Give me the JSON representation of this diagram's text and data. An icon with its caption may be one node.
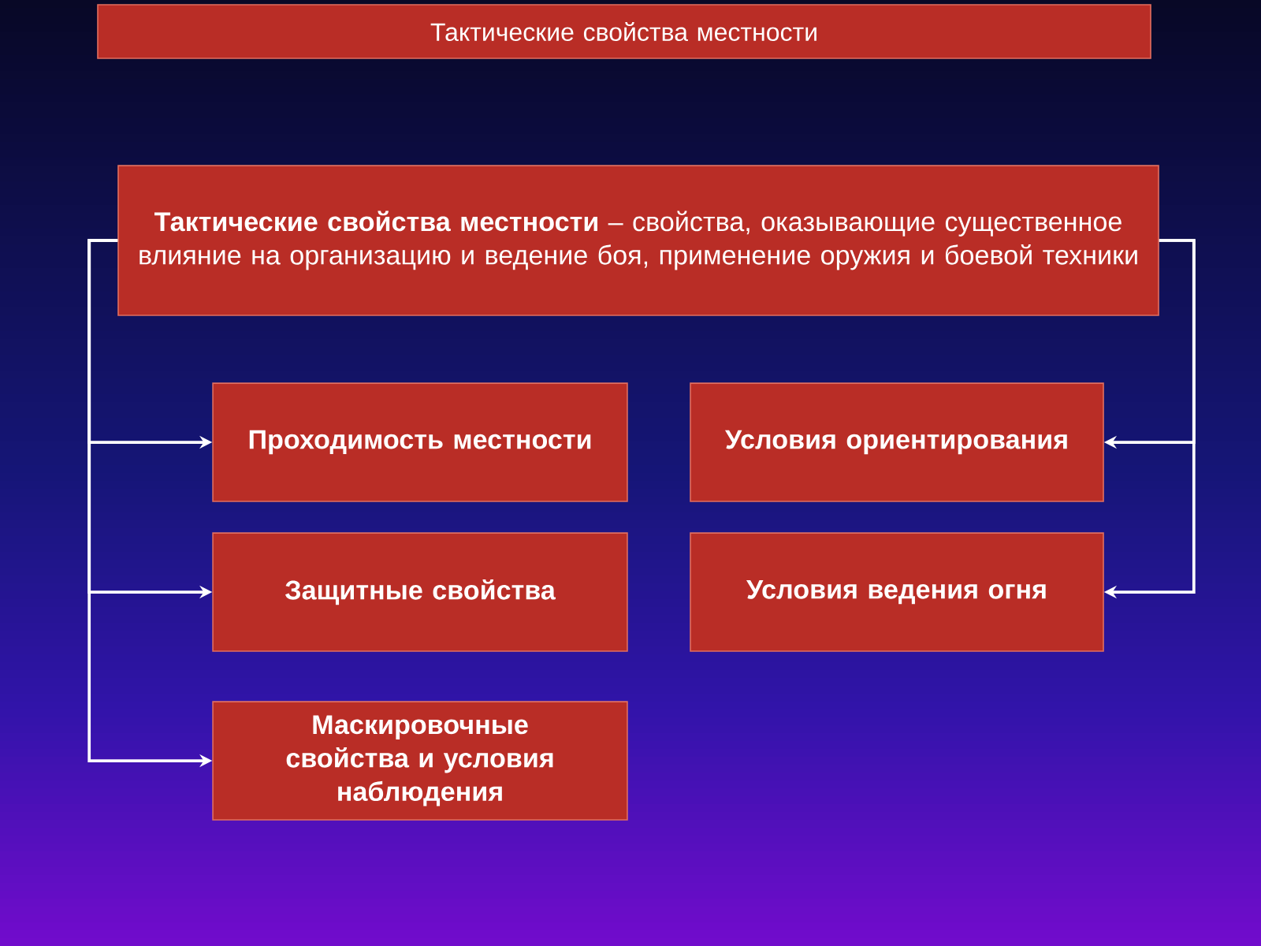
{
  "diagram": {
    "nodes": [
      {
        "text": [
          "Тактические свойства местности"
        ]
      },
      {
        "text": [
          "**Тактические свойства местности** – свойства, оказывающие существенное влияние на организацию и ведение боя, применение оружия и боевой техники"
        ]
      },
      {
        "text": [
          "Проходимость местности"
        ]
      },
      {
        "text": [
          "Условия ориентирования"
        ]
      },
      {
        "text": [
          "Защитные свойства"
        ]
      },
      {
        "text": [
          "Условия ведения огня"
        ]
      },
      {
        "text": [
          "Маскировочные свойства и условия наблюдения"
        ]
      }
    ],
    "edges": [
      {
        "from": 1,
        "to": 2,
        "arrow": "to"
      },
      {
        "from": 1,
        "to": 4,
        "arrow": "to"
      },
      {
        "from": 1,
        "to": 6,
        "arrow": "to"
      },
      {
        "from": 1,
        "to": 3,
        "arrow": "to"
      },
      {
        "from": 1,
        "to": 5,
        "arrow": "to"
      }
    ]
  }
}
